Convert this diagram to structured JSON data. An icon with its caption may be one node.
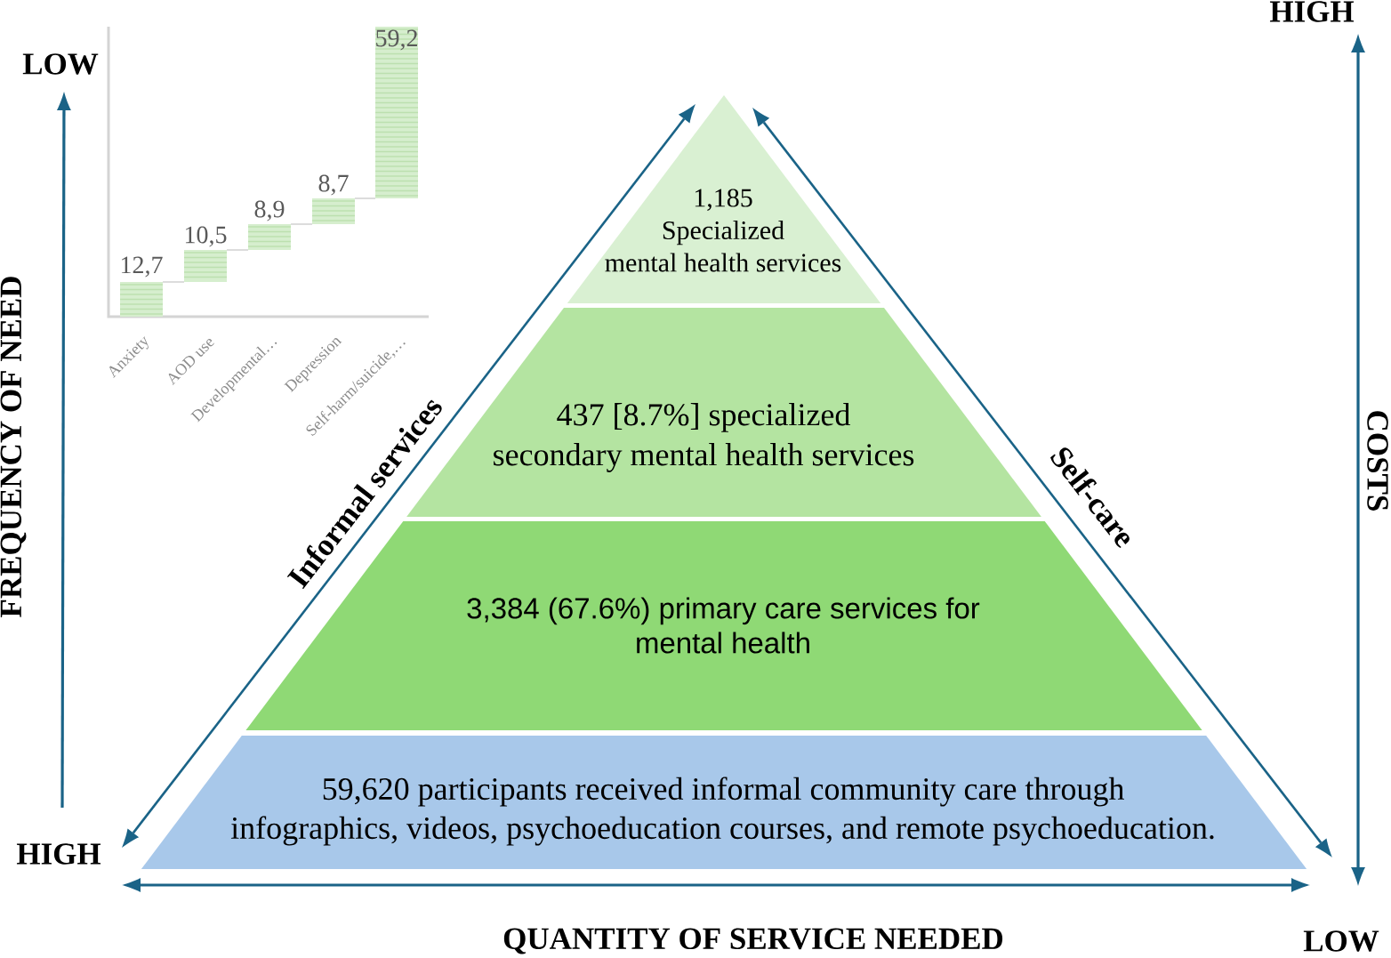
{
  "diagram": {
    "nodes": [
      {
        "text": [
          "1,185 Specialized mental health services"
        ]
      },
      {
        "text": [
          "437 [8.7%] specialized secondary mental health services"
        ]
      },
      {
        "text": [
          "3,384 (67.6%) primary care services for mental health"
        ]
      },
      {
        "text": [
          "59,620 participants received informal community care through infographics, videos, psychoeducation courses, and remote psychoeducation."
        ]
      }
    ],
    "labels": [
      "HIGH",
      "LOW",
      "12,7",
      "10,5",
      "8,9",
      "8,7",
      "59,2",
      "Anxiety",
      "AOD use",
      "Developmental…",
      "Depression",
      "Self-harm/suicide,…",
      "FREQUENCY OF NEED",
      "Informal services",
      "Self-care",
      "COSTS",
      "HIGH",
      "QUANTITY OF SERVICE NEEDED",
      "LOW"
    ]
  }
}
